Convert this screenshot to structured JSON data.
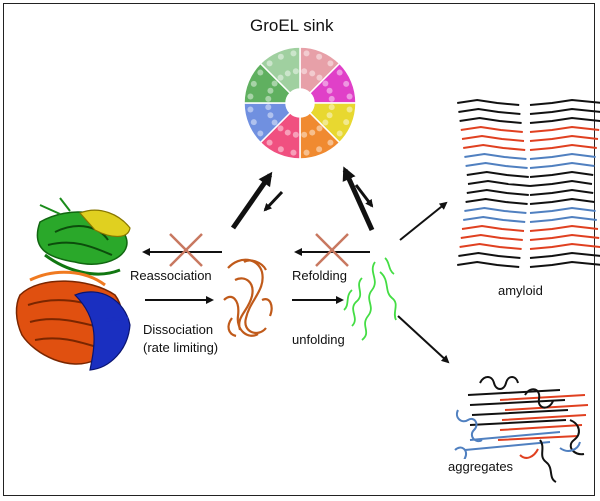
{
  "title": "GroEL sink",
  "labels": {
    "reassociation": "Reassociation",
    "refolding": "Refolding",
    "dissociation": "Dissociation",
    "dissociation_note": "(rate limiting)",
    "unfolding": "unfolding",
    "amyloid": "amyloid",
    "aggregates": "aggregates"
  },
  "colors": {
    "groel": [
      "#e7a0a8",
      "#e040c8",
      "#e8d830",
      "#f08a30",
      "#f05080",
      "#7090e0",
      "#60b060",
      "#a0d0a0"
    ],
    "dimer_top": [
      "#22aa22",
      "#e0d020"
    ],
    "dimer_bottom": [
      "#e05010",
      "#1020c0"
    ],
    "monomer": "#c05a1a",
    "unfolded": "#44dd44",
    "amyloid": [
      "#111111",
      "#e04020",
      "#5080c0"
    ],
    "blocked_cross": "#c87860"
  }
}
